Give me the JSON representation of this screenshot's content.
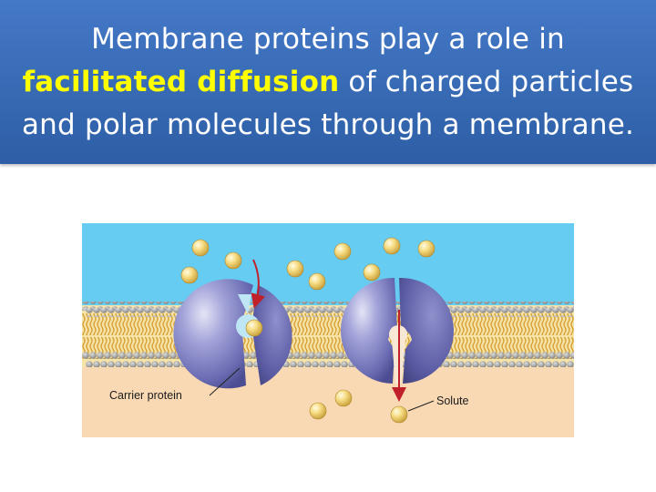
{
  "slide": {
    "title_part1": "Membrane proteins play a role in",
    "title_highlight": "facilitated diffusion",
    "title_part2": " of charged particles",
    "title_line3": "and polar molecules through a membrane.",
    "highlight_color": "#ffff00",
    "banner_color": "#3a6db7"
  },
  "diagram": {
    "labels": {
      "carrier": "Carrier protein",
      "solute": "Solute"
    },
    "colors": {
      "extracellular": "#66ccf2",
      "cytoplasm": "#f8d9b4",
      "lipid_head": "#9b9b9b",
      "lipid_tail": "#e8b84a",
      "protein": "#6e6fb8",
      "solute": "#f2d06a",
      "arrow": "#c0202a"
    }
  }
}
